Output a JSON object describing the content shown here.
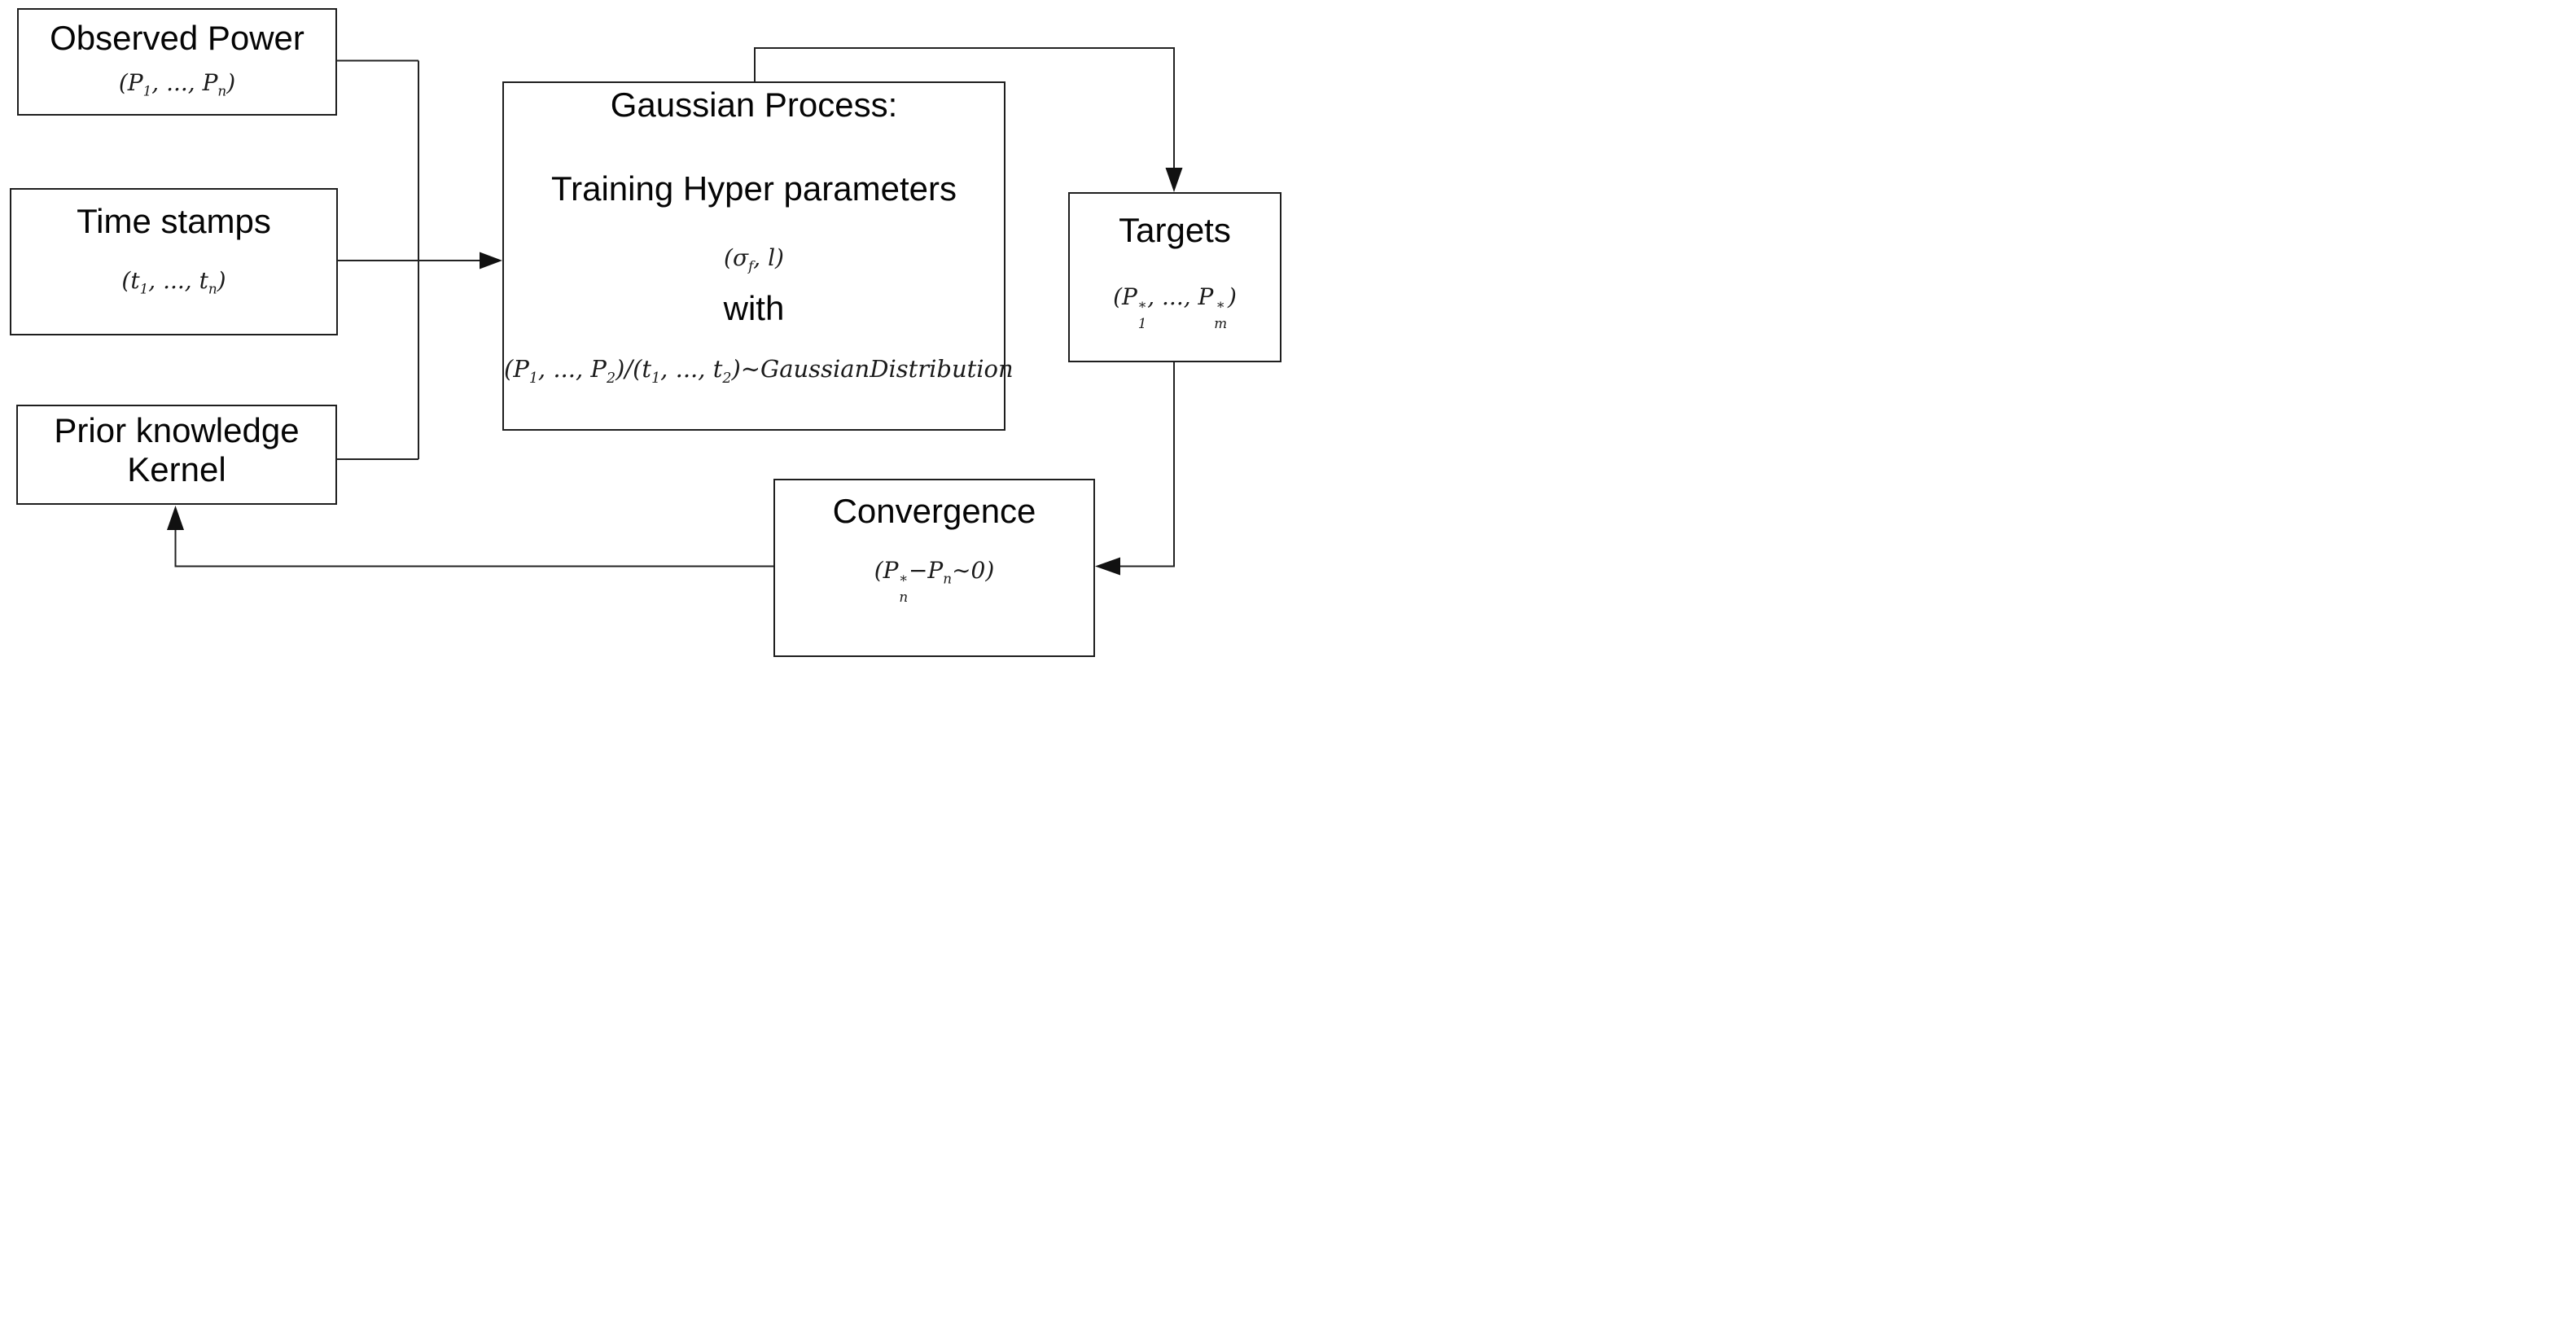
{
  "diagram": {
    "colors": {
      "background": "#ffffff",
      "box_border": "#1e1e1e",
      "wire": "#222222",
      "arrowhead": "#111111",
      "text": "#050505",
      "formula_text": "#1b1b1b"
    },
    "boxes": {
      "observed_power": {
        "title": "Observed Power",
        "formula": "(P_{1}, ..., P_{n})"
      },
      "time_stamps": {
        "title": "Time stamps",
        "formula": "(t_{1}, ..., t_{n})"
      },
      "prior_knowledge": {
        "title_line1": "Prior knowledge",
        "title_line2": "Kernel"
      },
      "gaussian_process": {
        "title": "Gaussian Process:",
        "subtitle": "Training Hyper parameters",
        "hyperparams_formula": "(σ_{f}, l)",
        "connector_word": "with",
        "distribution_formula": "(P_{1}, ..., P_{2})/(t_{1}, ..., t_{2})∼GaussianDistribution"
      },
      "targets": {
        "title": "Targets",
        "formula": "(P^{*}_{1}, ..., P^{*}_{m})"
      },
      "convergence": {
        "title": "Convergence",
        "formula": "(P^{*}_{n}−P_{n}∼0)"
      }
    }
  }
}
